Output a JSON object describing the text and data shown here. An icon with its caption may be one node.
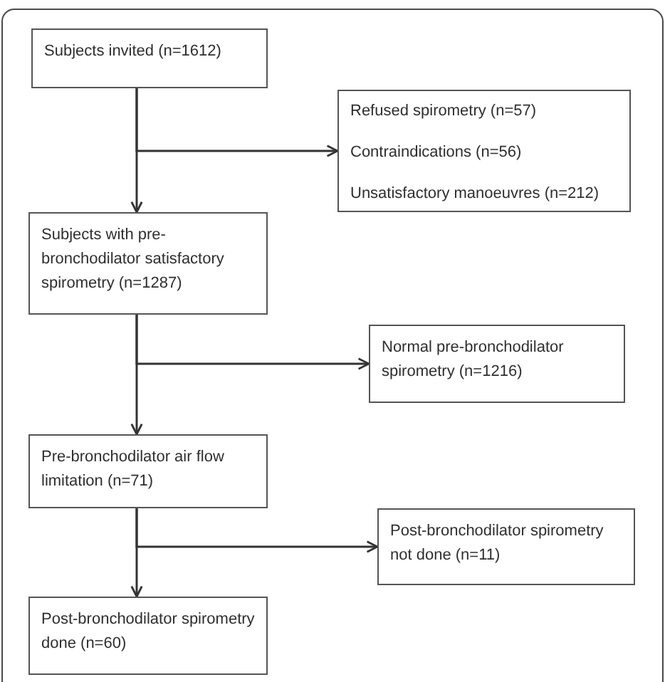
{
  "diagram": {
    "nodes": [
      {
        "text": [
          "Subjects invited (n=1612)"
        ]
      },
      {
        "text": [
          "Refused spirometry (n=57)",
          "Contraindications (n=56)",
          "Unsatisfactory manoeuvres (n=212)"
        ]
      },
      {
        "text": [
          "Subjects with pre-bronchodilator satisfactory spirometry (n=1287)"
        ]
      },
      {
        "text": [
          "Normal pre-bronchodilator spirometry (n=1216)"
        ]
      },
      {
        "text": [
          "Pre-bronchodilator air flow limitation (n=71)"
        ]
      },
      {
        "text": [
          "Post-bronchodilator spirometry not done (n=11)"
        ]
      },
      {
        "text": [
          "Post-bronchodilator spirometry done (n=60)"
        ]
      }
    ],
    "edges": [
      {
        "from": 0,
        "to": 2,
        "arrow": "to"
      },
      {
        "from": 0,
        "to": 1,
        "arrow": "to"
      },
      {
        "from": 2,
        "to": 4,
        "arrow": "to"
      },
      {
        "from": 2,
        "to": 3,
        "arrow": "to"
      },
      {
        "from": 4,
        "to": 6,
        "arrow": "to"
      },
      {
        "from": 4,
        "to": 5,
        "arrow": "to"
      }
    ]
  }
}
